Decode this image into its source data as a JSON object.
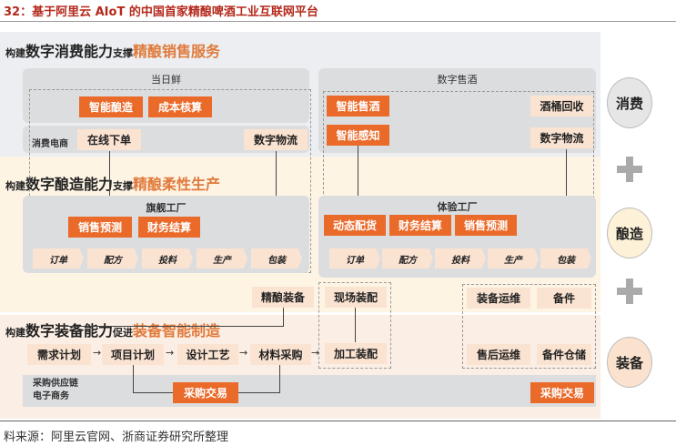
{
  "title": "32：基于阿里云 AIoT 的中国首家精酿啤酒工业互联网平台",
  "bands": {
    "consume": {
      "pre": "构建",
      "main": "数字消费能力",
      "mid": "支撑",
      "accent": "精酿销售服务"
    },
    "brew": {
      "pre": "构建",
      "main": "数字酿造能力",
      "mid": "支撑",
      "accent": "精酿柔性生产"
    },
    "equip": {
      "pre": "构建",
      "main": "数字装备能力",
      "mid": "促进",
      "accent": "装备智能制造"
    }
  },
  "consume": {
    "left_panel": "当日鲜",
    "right_panel": "数字售酒",
    "left_boxes": [
      "智能酿造",
      "成本核算"
    ],
    "ecom_label": "消费电商",
    "order_online": "在线下单",
    "logistics": "数字物流",
    "right_boxes": [
      "智能售酒",
      "智能感知"
    ],
    "keg_recycle": "酒桶回收",
    "logistics_right": "数字物流"
  },
  "brew": {
    "left_factory": "旗舰工厂",
    "left_boxes": [
      "销售预测",
      "财务结算"
    ],
    "right_factory": "体验工厂",
    "right_boxes": [
      "动态配货",
      "财务结算",
      "销售预测"
    ],
    "steps": [
      "订单",
      "配方",
      "投料",
      "生产",
      "包装"
    ]
  },
  "equip": {
    "craft_equipment": "精酿装备",
    "onsite_assembly": "现场装配",
    "maintenance": "装备运维",
    "spare_parts": "备件",
    "flow": [
      "需求计划",
      "项目计划",
      "设计工艺",
      "材料采购",
      "加工装配"
    ],
    "after_sales": "售后运维",
    "parts_warehouse": "备件仓储",
    "supply_label_1": "采购供应链",
    "supply_label_2": "电子商务",
    "procurement": "采购交易",
    "procurement_right": "采购交易"
  },
  "side": [
    "消费",
    "酿造",
    "装备"
  ],
  "source": "料来源：阿里云官网、浙商证券研究所整理",
  "colors": {
    "accent": "#ea6a2a",
    "title": "#b4291b"
  }
}
